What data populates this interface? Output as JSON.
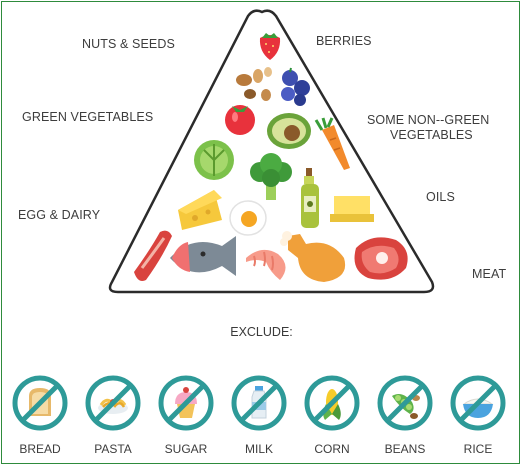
{
  "pyramid": {
    "labels": {
      "nuts_seeds": "NUTS & SEEDS",
      "berries": "BERRIES",
      "green_vegetables": "GREEN VEGETABLES",
      "some_non_green_line1": "SOME NON--GREEN",
      "some_non_green_line2": "VEGETABLES",
      "oils": "OILS",
      "egg_dairy": "EGG & DAIRY",
      "meat": "MEAT"
    },
    "foods": [
      "strawberry-icon",
      "nuts-icon",
      "blueberries-icon",
      "tomato-icon",
      "avocado-icon",
      "carrot-icon",
      "lettuce-icon",
      "broccoli-icon",
      "olive-oil-icon",
      "cheese-icon",
      "egg-icon",
      "butter-icon",
      "bacon-icon",
      "fish-icon",
      "shrimp-icon",
      "chicken-leg-icon",
      "steak-icon"
    ]
  },
  "exclude": {
    "title": "EXCLUDE:",
    "items": [
      {
        "label": "BREAD",
        "icon": "bread-icon"
      },
      {
        "label": "PASTA",
        "icon": "pasta-icon"
      },
      {
        "label": "SUGAR",
        "icon": "cupcake-icon"
      },
      {
        "label": "MILK",
        "icon": "milk-bottle-icon"
      },
      {
        "label": "CORN",
        "icon": "corn-icon"
      },
      {
        "label": "BEANS",
        "icon": "beans-icon"
      },
      {
        "label": "RICE",
        "icon": "rice-bowl-icon"
      }
    ]
  },
  "colors": {
    "accent": "#2e9a98",
    "frame": "#2e8b3c",
    "pyramid_outline": "#2b2b2b"
  }
}
